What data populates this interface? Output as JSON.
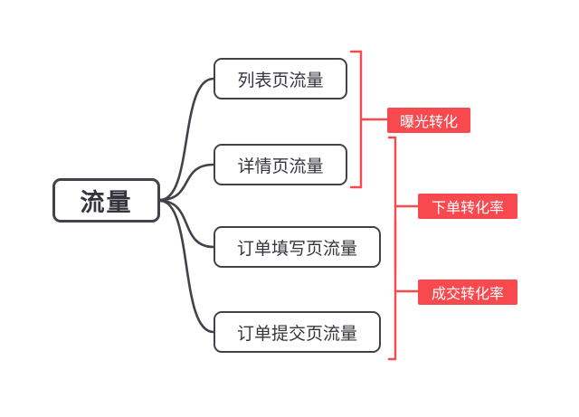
{
  "diagram": {
    "type": "mindmap",
    "root": {
      "label": "流量"
    },
    "children": [
      {
        "label": "列表页流量"
      },
      {
        "label": "详情页流量"
      },
      {
        "label": "订单填写页流量"
      },
      {
        "label": "订单提交页流量"
      }
    ],
    "summaries": [
      {
        "label": "曝光转化"
      },
      {
        "label": "下单转化率"
      },
      {
        "label": "成交转化率"
      }
    ],
    "colors": {
      "canvas_bg": "#ffffff",
      "node_border": "#42424a",
      "node_text": "#35353d",
      "connector": "#42424a",
      "summary_bg": "#f8494e",
      "summary_text": "#ffffff"
    }
  }
}
